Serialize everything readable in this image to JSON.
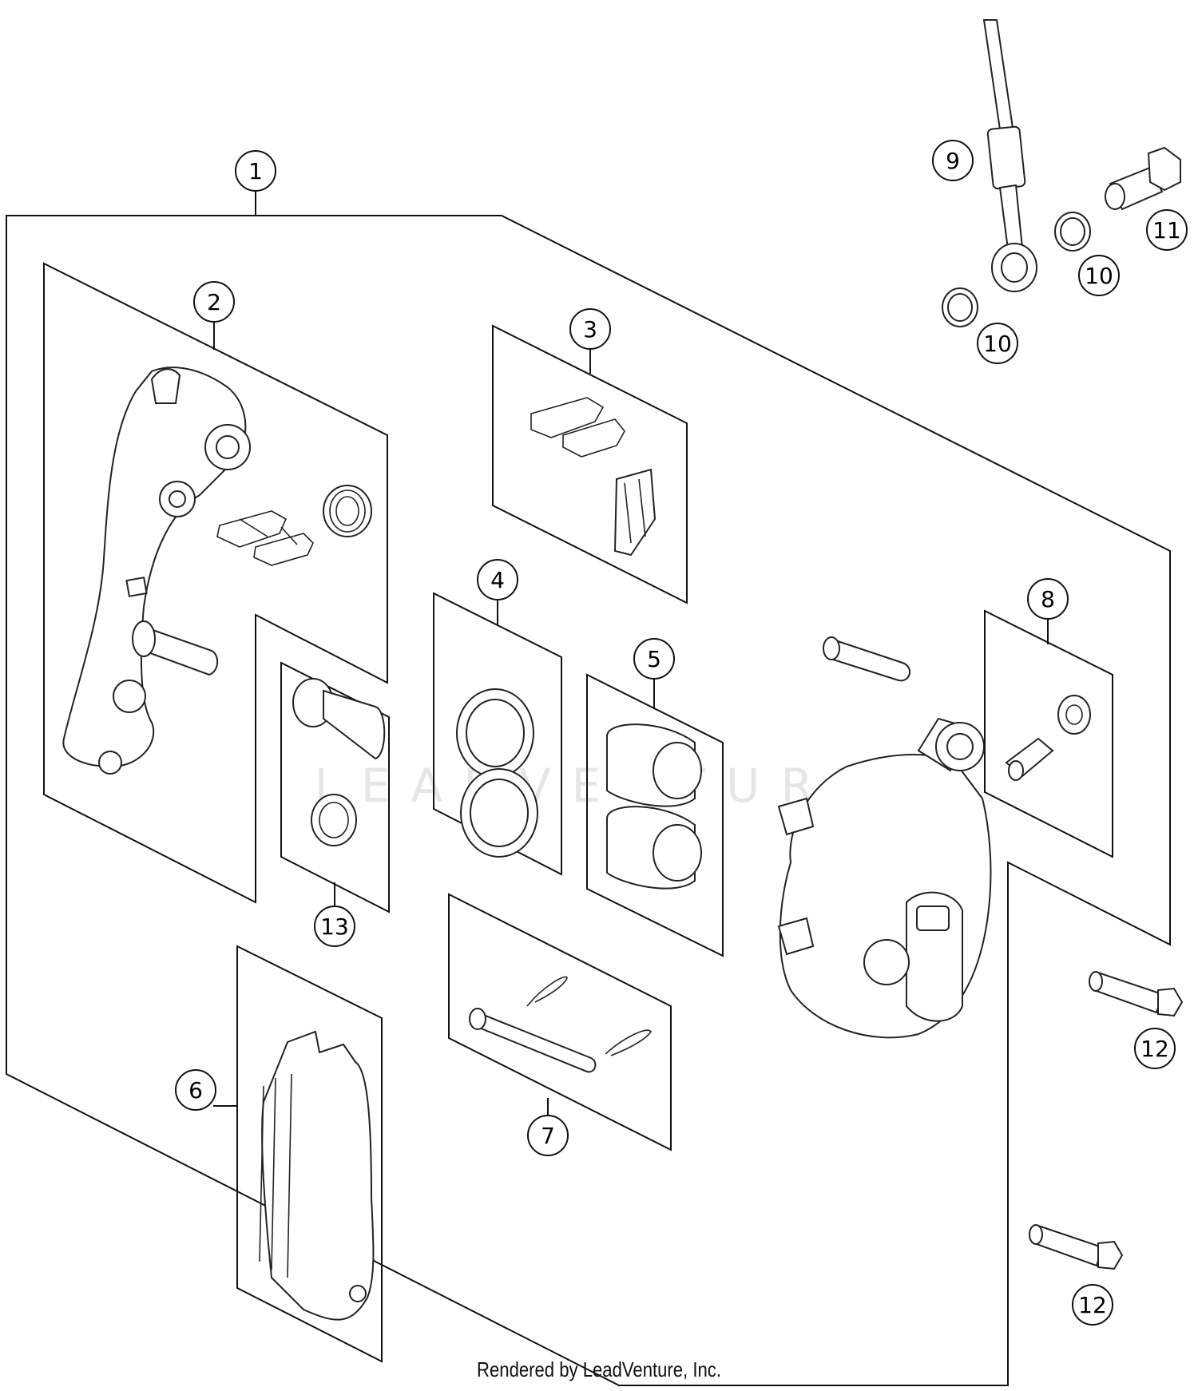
{
  "diagram": {
    "callouts": [
      "1",
      "2",
      "3",
      "4",
      "5",
      "6",
      "7",
      "8",
      "9",
      "10",
      "10",
      "11",
      "12",
      "12",
      "13"
    ],
    "watermark": "LEADVENTURE",
    "footer": "Rendered by LeadVenture, Inc."
  }
}
